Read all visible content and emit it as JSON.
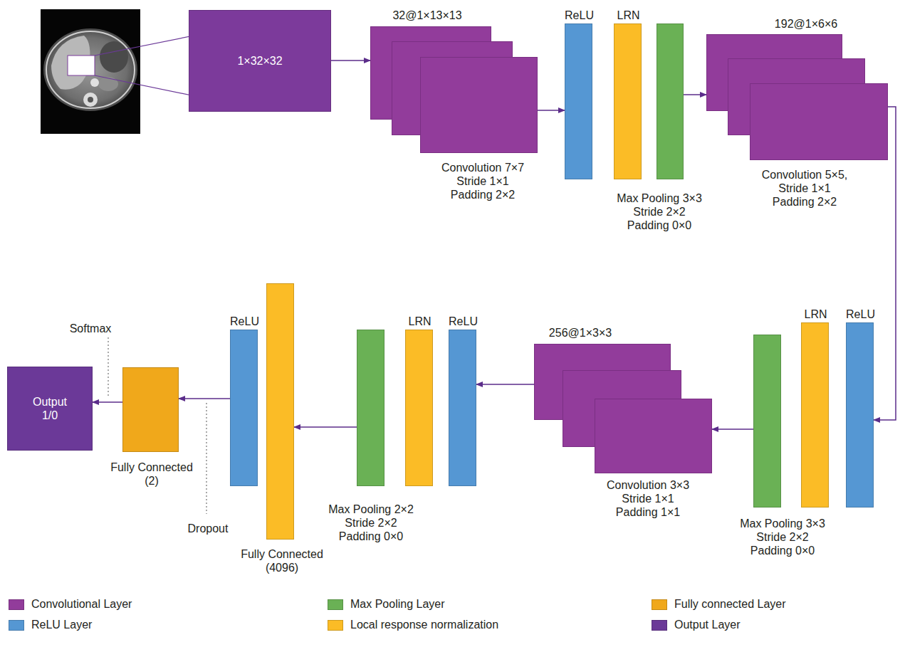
{
  "diagram": {
    "nodes": [
      {
        "text": [
          "1×32×32"
        ]
      },
      {
        "text": [
          "32@1×13×13",
          "Convolution 7×7 Stride 1×1 Padding 2×2"
        ]
      },
      {
        "text": [
          "ReLU"
        ]
      },
      {
        "text": [
          "LRN"
        ]
      },
      {
        "text": [
          "Max Pooling 3×3 Stride 2×2 Padding 0×0"
        ]
      },
      {
        "text": [
          "192@1×6×6",
          "Convolution 5×5, Stride 1×1 Padding 2×2"
        ]
      },
      {
        "text": [
          "ReLU"
        ]
      },
      {
        "text": [
          "LRN"
        ]
      },
      {
        "text": [
          "Max Pooling 3×3 Stride 2×2 Padding 0×0"
        ]
      },
      {
        "text": [
          "256@1×3×3",
          "Convolution 3×3 Stride 1×1 Padding 1×1"
        ]
      },
      {
        "text": [
          "ReLU"
        ]
      },
      {
        "text": [
          "LRN"
        ]
      },
      {
        "text": [
          "Max Pooling 2×2 Stride 2×2 Padding 0×0"
        ]
      },
      {
        "text": [
          "Fully Connected (4096)"
        ]
      },
      {
        "text": [
          "ReLU"
        ]
      },
      {
        "text": [
          "Fully Connected (2)"
        ]
      },
      {
        "text": [
          "Output 1/0"
        ]
      }
    ],
    "edges": [
      {
        "from": 0,
        "to": 1,
        "arrow": "to"
      },
      {
        "from": 1,
        "to": 2,
        "arrow": "to"
      },
      {
        "from": 4,
        "to": 5,
        "arrow": "to"
      },
      {
        "from": 5,
        "to": 6,
        "arrow": "to"
      },
      {
        "from": 8,
        "to": 9,
        "arrow": "to"
      },
      {
        "from": 9,
        "to": 10,
        "arrow": "to"
      },
      {
        "from": 12,
        "to": 13,
        "arrow": "to"
      },
      {
        "from": 14,
        "to": 15,
        "arrow": "to"
      },
      {
        "from": 15,
        "to": 16,
        "arrow": "to"
      }
    ],
    "labels": [
      "Softmax",
      "Dropout"
    ],
    "legend": [
      {
        "text": "Convolutional Layer",
        "color": "#923c9b"
      },
      {
        "text": "Max Pooling Layer",
        "color": "#6ab155"
      },
      {
        "text": "Fully connected Layer",
        "color": "#f0a81b"
      },
      {
        "text": "ReLU Layer",
        "color": "#5597d3"
      },
      {
        "text": "Local response normalization",
        "color": "#fbbc26"
      },
      {
        "text": "Output Layer",
        "color": "#6b3998"
      }
    ]
  }
}
